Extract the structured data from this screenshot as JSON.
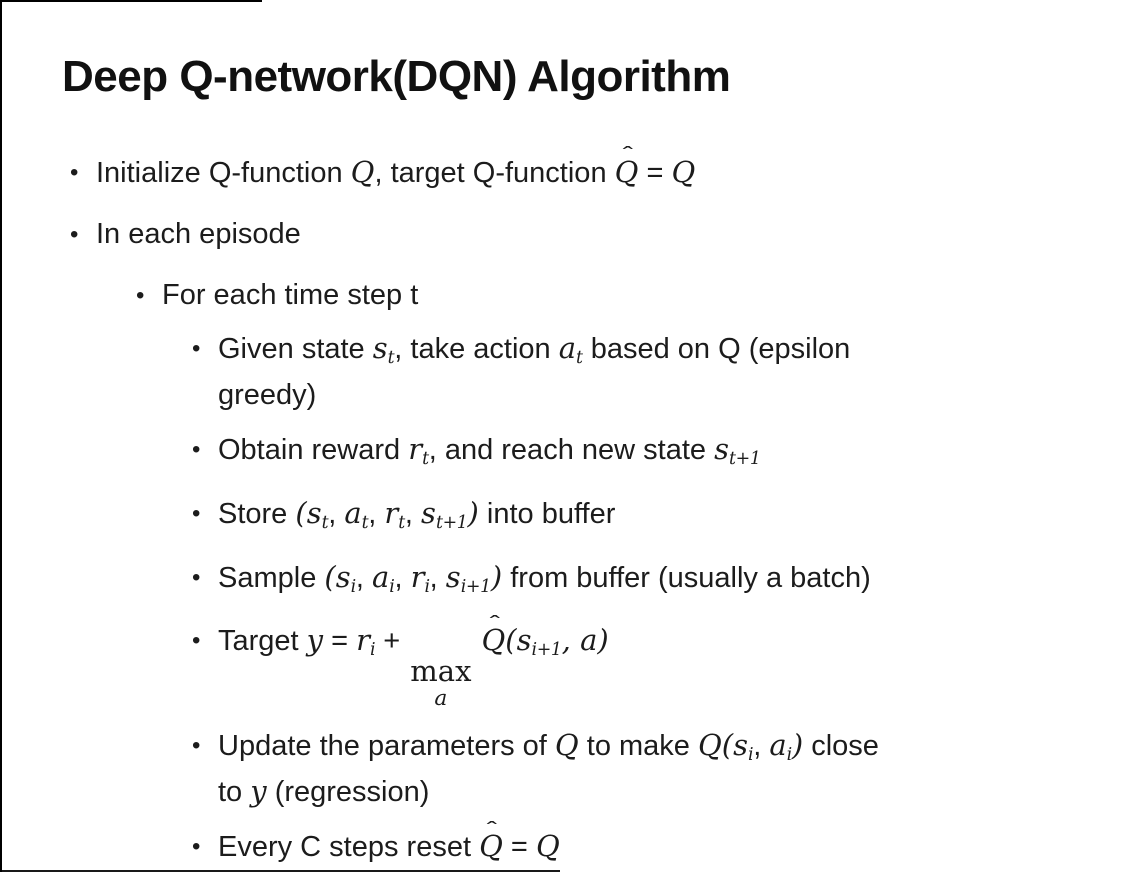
{
  "slide": {
    "title": "Deep Q-network(DQN) Algorithm"
  },
  "colors": {
    "text": "#1c1c1c",
    "background": "#ffffff",
    "border": "#000000"
  },
  "glyphs": {
    "bullet": "•"
  },
  "bullets": [
    {
      "level": 1,
      "lines": [
        [
          {
            "t": "t",
            "v": "Initialize Q-function "
          },
          {
            "t": "m",
            "v": "Q"
          },
          {
            "t": "t",
            "v": ", target Q-function "
          },
          {
            "t": "hat",
            "v": "Q",
            "mark": "ˆ"
          },
          {
            "t": "t",
            "v": " = "
          },
          {
            "t": "m",
            "v": "Q"
          }
        ]
      ]
    },
    {
      "level": 1,
      "lines": [
        [
          {
            "t": "t",
            "v": "In each episode"
          }
        ]
      ]
    },
    {
      "level": 2,
      "lines": [
        [
          {
            "t": "t",
            "v": "For each time step t"
          }
        ]
      ]
    },
    {
      "level": 3,
      "lines": [
        [
          {
            "t": "t",
            "v": "Given state "
          },
          {
            "t": "m",
            "v": "s"
          },
          {
            "t": "sub",
            "v": "t"
          },
          {
            "t": "t",
            "v": ", take action "
          },
          {
            "t": "m",
            "v": "a"
          },
          {
            "t": "sub",
            "v": "t"
          },
          {
            "t": "t",
            "v": " based on Q (epsilon"
          }
        ],
        [
          {
            "t": "t",
            "v": "greedy)"
          }
        ]
      ]
    },
    {
      "level": 3,
      "lines": [
        [
          {
            "t": "t",
            "v": "Obtain reward "
          },
          {
            "t": "m",
            "v": "r"
          },
          {
            "t": "sub",
            "v": "t"
          },
          {
            "t": "t",
            "v": ", and reach new state "
          },
          {
            "t": "m",
            "v": "s"
          },
          {
            "t": "sub",
            "v": "t+1"
          }
        ]
      ]
    },
    {
      "level": 3,
      "lines": [
        [
          {
            "t": "t",
            "v": "Store "
          },
          {
            "t": "m",
            "v": "(s"
          },
          {
            "t": "sub",
            "v": "t"
          },
          {
            "t": "t",
            "v": ", "
          },
          {
            "t": "m",
            "v": "a"
          },
          {
            "t": "sub",
            "v": "t"
          },
          {
            "t": "t",
            "v": ", "
          },
          {
            "t": "m",
            "v": "r"
          },
          {
            "t": "sub",
            "v": "t"
          },
          {
            "t": "t",
            "v": ", "
          },
          {
            "t": "m",
            "v": "s"
          },
          {
            "t": "sub",
            "v": "t+1"
          },
          {
            "t": "m",
            "v": ")"
          },
          {
            "t": "t",
            "v": " into buffer"
          }
        ]
      ]
    },
    {
      "level": 3,
      "lines": [
        [
          {
            "t": "t",
            "v": "Sample "
          },
          {
            "t": "m",
            "v": "(s"
          },
          {
            "t": "sub",
            "v": "i"
          },
          {
            "t": "t",
            "v": ", "
          },
          {
            "t": "m",
            "v": "a"
          },
          {
            "t": "sub",
            "v": "i"
          },
          {
            "t": "t",
            "v": ", "
          },
          {
            "t": "m",
            "v": "r"
          },
          {
            "t": "sub",
            "v": "i"
          },
          {
            "t": "t",
            "v": ", "
          },
          {
            "t": "m",
            "v": "s"
          },
          {
            "t": "sub",
            "v": "i+1"
          },
          {
            "t": "m",
            "v": ")"
          },
          {
            "t": "t",
            "v": " from buffer (usually a batch)"
          }
        ]
      ]
    },
    {
      "level": 3,
      "lines": [
        [
          {
            "t": "t",
            "v": "Target "
          },
          {
            "t": "m",
            "v": "y"
          },
          {
            "t": "t",
            "v": " = "
          },
          {
            "t": "m",
            "v": "r"
          },
          {
            "t": "sub",
            "v": "i"
          },
          {
            "t": "t",
            "v": " + "
          },
          {
            "t": "stack",
            "top": "max",
            "bottom": "a"
          },
          {
            "t": "t",
            "v": " "
          },
          {
            "t": "hat",
            "v": "Q",
            "mark": "ˆ"
          },
          {
            "t": "m",
            "v": "(s"
          },
          {
            "t": "sub",
            "v": "i+1"
          },
          {
            "t": "m",
            "v": ", a)"
          }
        ]
      ]
    },
    {
      "level": 3,
      "lines": [
        [
          {
            "t": "t",
            "v": "Update the parameters of "
          },
          {
            "t": "m",
            "v": "Q"
          },
          {
            "t": "t",
            "v": " to make "
          },
          {
            "t": "m",
            "v": "Q(s"
          },
          {
            "t": "sub",
            "v": "i"
          },
          {
            "t": "t",
            "v": ", "
          },
          {
            "t": "m",
            "v": "a"
          },
          {
            "t": "sub",
            "v": "i"
          },
          {
            "t": "m",
            "v": ")"
          },
          {
            "t": "t",
            "v": " close"
          }
        ],
        [
          {
            "t": "t",
            "v": "to "
          },
          {
            "t": "m",
            "v": "y"
          },
          {
            "t": "t",
            "v": " (regression)"
          }
        ]
      ]
    },
    {
      "level": 3,
      "lines": [
        [
          {
            "t": "t",
            "v": "Every C steps reset "
          },
          {
            "t": "hat",
            "v": "Q",
            "mark": "ˆ"
          },
          {
            "t": "t",
            "v": " = "
          },
          {
            "t": "m",
            "v": "Q"
          }
        ]
      ]
    }
  ]
}
